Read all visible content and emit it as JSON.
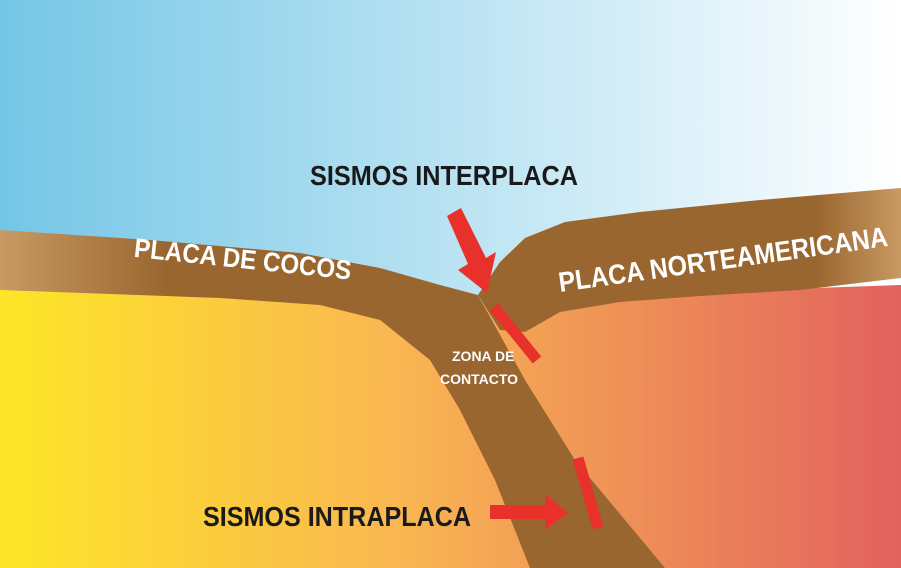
{
  "labels": {
    "interplaca": "SISMOS INTERPLACA",
    "intraplaca": "SISMOS INTRAPLACA",
    "placa_cocos": "PLACA DE COCOS",
    "placa_norteamericana": "PLACA NORTEAMERICANA",
    "zona_line1": "ZONA DE",
    "zona_line2": "CONTACTO"
  },
  "colors": {
    "sky_left": "#74c6e6",
    "sky_right": "#ffffff",
    "mantle_left": "#fde627",
    "mantle_mid": "#f9b552",
    "mantle_right": "#e2625e",
    "plate": "#9a6630",
    "plate_light": "#c99a63",
    "arrow": "#e8312a",
    "rupture": "#e8312a",
    "label_dark": "#1a1a1a",
    "label_light": "#ffffff"
  }
}
